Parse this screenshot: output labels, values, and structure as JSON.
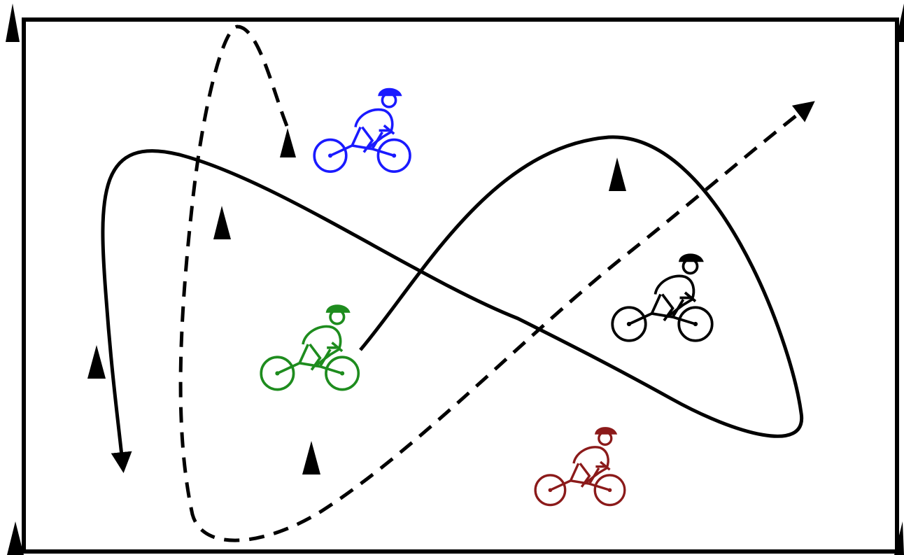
{
  "diagram": {
    "field": {
      "border_color": "#000000"
    },
    "paths": [
      {
        "id": "solid-path",
        "style": "solid",
        "color": "#000000",
        "arrowhead": "end"
      },
      {
        "id": "dashed-path",
        "style": "dashed",
        "color": "#000000",
        "arrowhead": "end"
      }
    ],
    "cones": {
      "count": 9,
      "color": "#000000"
    },
    "cyclists": [
      {
        "id": "cyclist-blue",
        "color": "#1a1aff"
      },
      {
        "id": "cyclist-green",
        "color": "#1e8c1e"
      },
      {
        "id": "cyclist-black",
        "color": "#000000"
      },
      {
        "id": "cyclist-red",
        "color": "#8b1a1a"
      }
    ]
  }
}
